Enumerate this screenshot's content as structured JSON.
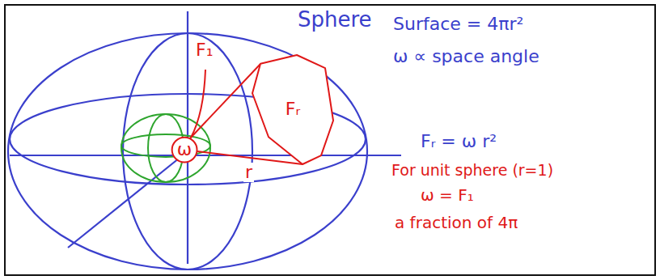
{
  "diagram": {
    "nodes": [
      {
        "text": [
          "ω"
        ]
      },
      {
        "text": [
          "Fᵣ"
        ]
      }
    ],
    "edges": [
      {
        "from": 0,
        "to": 1,
        "arrow": "none",
        "label": "r"
      }
    ],
    "labels": [
      "Sphere",
      "Surface = 4πr²",
      "ω ∝ space angle",
      "Fᵣ = ω r²",
      "For unit sphere (r=1)",
      "ω = F₁",
      "a fraction of 4π",
      "F₁"
    ]
  }
}
